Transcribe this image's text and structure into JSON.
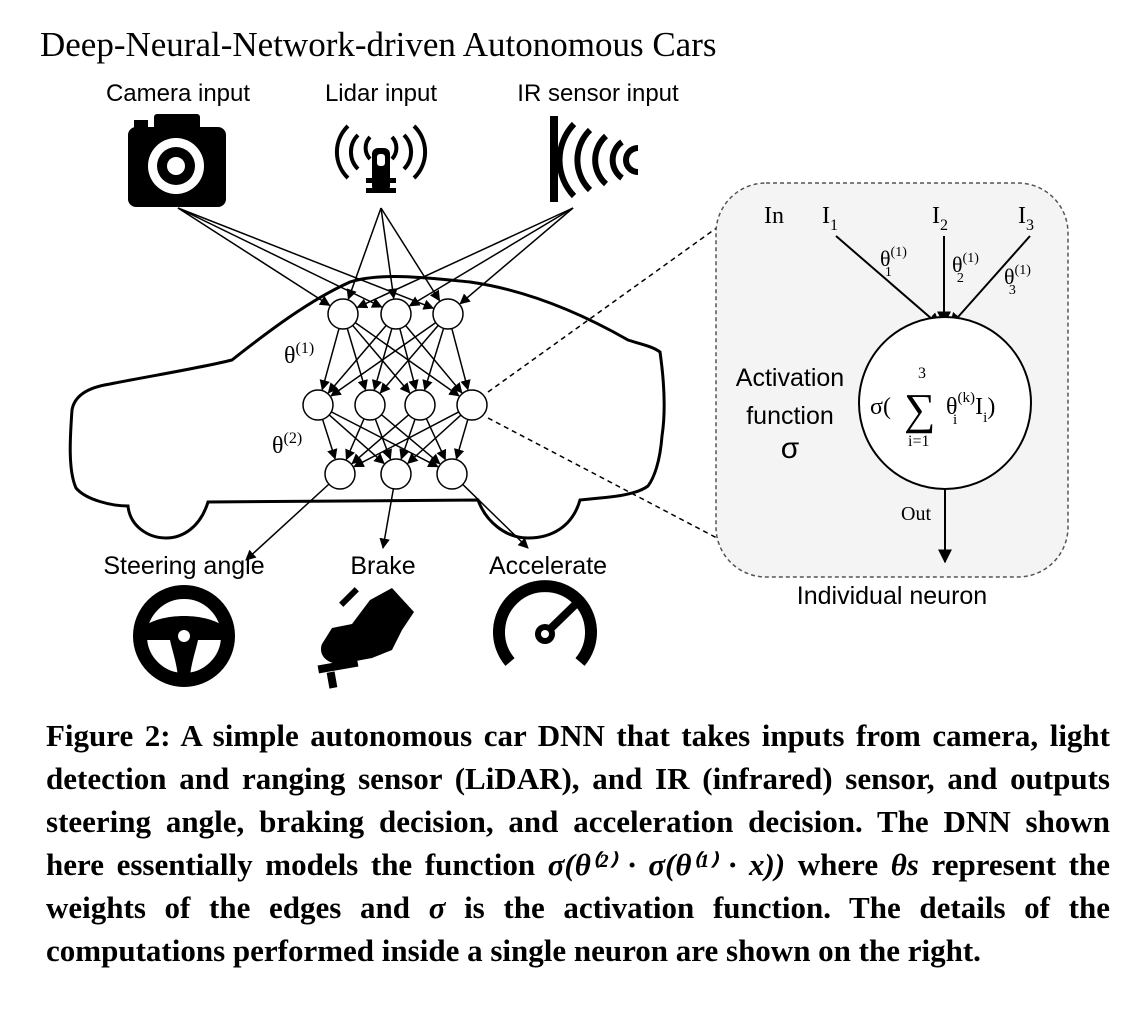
{
  "title": "Deep-Neural-Network-driven Autonomous Cars",
  "inputs": [
    {
      "label": "Camera input",
      "icon": "camera-icon"
    },
    {
      "label": "Lidar input",
      "icon": "lidar-icon"
    },
    {
      "label": "IR sensor input",
      "icon": "ir-sensor-icon"
    }
  ],
  "outputs": [
    {
      "label": "Steering angle",
      "icon": "steering-wheel-icon"
    },
    {
      "label": "Brake",
      "icon": "brake-pedal-icon"
    },
    {
      "label": "Accelerate",
      "icon": "speedometer-icon"
    }
  ],
  "network": {
    "layers": [
      3,
      4,
      3
    ],
    "theta1_base": "θ",
    "theta1_sup": "(1)",
    "theta2_base": "θ",
    "theta2_sup": "(2)"
  },
  "neuron": {
    "inputs": [
      {
        "label": "In",
        "sub": ""
      },
      {
        "label": "I",
        "sub": "1"
      },
      {
        "label": "I",
        "sub": "2"
      },
      {
        "label": "I",
        "sub": "3"
      }
    ],
    "weights": [
      {
        "base": "θ",
        "sup": "(1)",
        "sub": "1"
      },
      {
        "base": "θ",
        "sup": "(1)",
        "sub": "2"
      },
      {
        "base": "θ",
        "sup": "(1)",
        "sub": "3"
      }
    ],
    "activation_line1": "Activation",
    "activation_line2": "function",
    "activation_symbol": "σ",
    "formula_prefix": "σ(",
    "formula_sum": "∑",
    "formula_upper": "3",
    "formula_lower": "i=1",
    "formula_theta": "θ",
    "formula_sup": "(k)",
    "formula_sub_i": "i",
    "formula_I": "I",
    "formula_suffix": ")",
    "out_label": "Out",
    "caption": "Individual neuron"
  },
  "figure_caption": {
    "label": "Figure 2:",
    "text_1": " A simple autonomous car DNN that takes inputs from camera, light detection and ranging sensor (LiDAR), and IR (infrared) sensor, and outputs steering angle, braking decision, and acceleration decision. The DNN shown here essentially models the function ",
    "formula": "σ(θ⁽²⁾ · σ(θ⁽¹⁾ · x))",
    "text_2": " where ",
    "theta_s": "θs",
    "text_3": " represent the weights of the edges and ",
    "sigma": "σ",
    "text_4": " is the activation function. The details of the computations performed inside a single neuron are shown on the right."
  }
}
